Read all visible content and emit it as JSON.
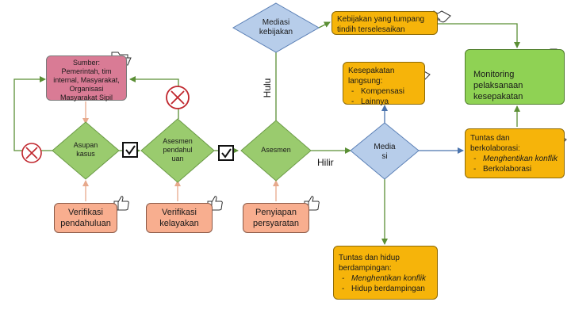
{
  "nodes": {
    "sumber": "Sumber:\nPemerintah, tim internal, Masyarakat, Organisasi Masyarakat Sipil",
    "asupan_kasus": "Asupan\nkasus",
    "asesmen_pendahuluan": "Asesmen\npendahul\nuan",
    "asesmen": "Asesmen",
    "mediasi": "Media\nsi",
    "mediasi_kebijakan": "Mediasi\nkebijakan",
    "verifikasi_pendahuluan": "Verifikasi\npendahuluan",
    "verifikasi_kelayakan": "Verifikasi\nkelayakan",
    "penyiapan_persyaratan": "Penyiapan\npersyaratan",
    "kebijakan_tumpang_tindih": "Kebijakan yang tumpang tindih terselesaikan",
    "kesepakatan_langsung": {
      "title": "Kesepakatan langsung:",
      "items": [
        "Kompensasi",
        "Lainnya"
      ]
    },
    "monitoring": "Monitoring pelaksanaan kesepakatan",
    "tuntas_berkolaborasi": {
      "title": "Tuntas dan berkolaborasi:",
      "items": [
        "Menghentikan konflik",
        "Berkolaborasi"
      ]
    },
    "tuntas_hidup_berdampingan": {
      "title": "Tuntas dan hidup berdampingan:",
      "items": [
        "Menghentikan konflik",
        "Hidup berdampingan"
      ]
    }
  },
  "labels": {
    "hulu": "Hulu",
    "hilir": "Hilir"
  },
  "icons": {
    "check": "check-box-icon",
    "reject": "red-x-circle-icon",
    "handshake": "handshake-icon",
    "thumbs_up": "thumbs-up-icon",
    "folder": "folder-icon",
    "clipboard": "clipboard-icon"
  },
  "colors": {
    "diamond_green": "#9acb6e",
    "diamond_blue": "#b7cdea",
    "box_pink": "#d97b95",
    "box_salmon": "#f8ae8f",
    "box_yellow": "#f6b40a",
    "box_green": "#8fd254",
    "reject_red": "#c0262d"
  }
}
